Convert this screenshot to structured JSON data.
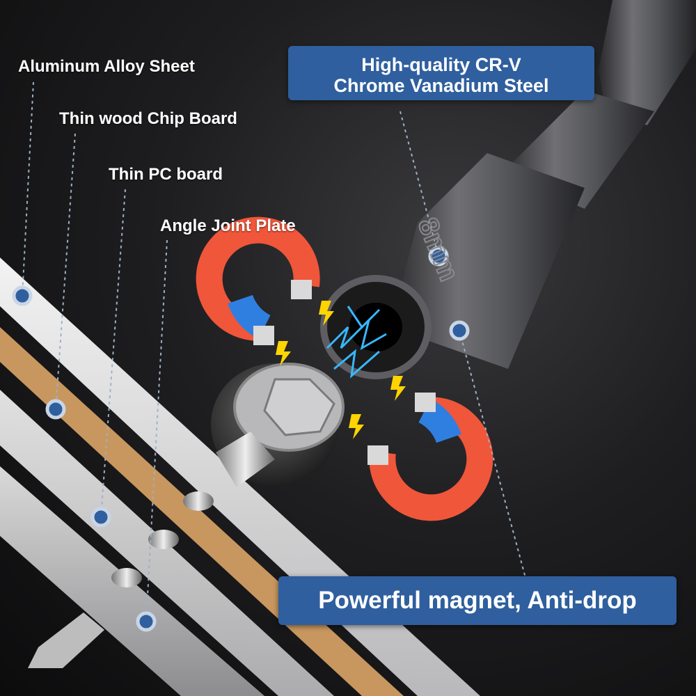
{
  "labels": {
    "aluminum": "Aluminum Alloy Sheet",
    "wood": "Thin wood Chip Board",
    "pc": "Thin PC board",
    "angle": "Angle Joint Plate"
  },
  "steel_box": {
    "line1": "High-quality CR-V",
    "line2": "Chrome Vanadium Steel"
  },
  "magnet_box": {
    "text": "Powerful magnet, Anti-drop"
  },
  "socket_marking": "8mm",
  "colors": {
    "label_box": "#2f5f9e",
    "magnet_red": "#f0563a",
    "magnet_blue": "#2f7fe0",
    "spark": "#ffd400",
    "wood": "#c8975f"
  }
}
